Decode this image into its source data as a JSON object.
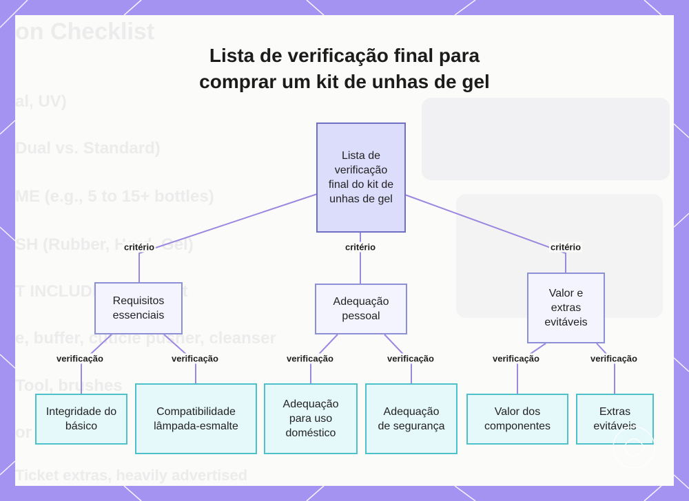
{
  "title_lines": [
    "Lista de verificação final para",
    "comprar um kit de unhas de gel"
  ],
  "background_ghost_text": [
    "on Checklist",
    "al, UV)",
    "Dual vs. Standard)",
    "ME (e.g., 5 to 15+ bottles)",
    "SH (Rubber, Hard, Gel)",
    "T INCLUDED in the kit",
    "e, buffer, cuticle pusher, cleanser",
    "Tool, brushes",
    "or extras",
    "Ticket extras, heavily advertised"
  ],
  "root": {
    "label": "Lista de verificação final do kit de unhas de gel"
  },
  "criteria": [
    {
      "label": "Requisitos essenciais",
      "edge_label": "critério"
    },
    {
      "label": "Adequação pessoal",
      "edge_label": "critério"
    },
    {
      "label": "Valor e extras evitáveis",
      "edge_label": "critério"
    }
  ],
  "checks": [
    {
      "label": "Integridade do básico",
      "edge_label": "verificação"
    },
    {
      "label": "Compatibilidade lâmpada-esmalte",
      "edge_label": "verificação"
    },
    {
      "label": "Adequação para uso doméstico",
      "edge_label": "verificação"
    },
    {
      "label": "Adequação de segurança",
      "edge_label": "verificação"
    },
    {
      "label": "Valor dos componentes",
      "edge_label": "verificação"
    },
    {
      "label": "Extras evitáveis",
      "edge_label": "verificação"
    }
  ],
  "colors": {
    "frame": "#a593f2",
    "panel": "#fbfbfa",
    "edge": "#9b86e0",
    "root_fill": "#dcdcfb",
    "criteria_fill": "#f3f4fd",
    "check_fill": "#e5f8fa",
    "check_border": "#4dc0ca"
  }
}
